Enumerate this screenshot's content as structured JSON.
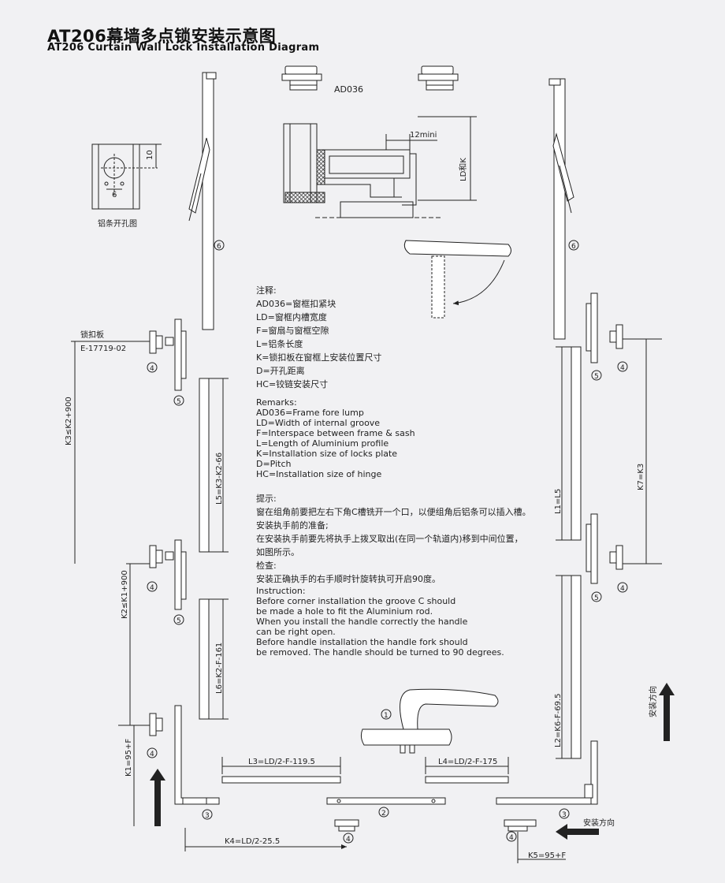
{
  "title": {
    "cn": "AT206幕墙多点锁安装示意图",
    "en": "AT206 Curtain Wall Lock Installation Diagram"
  },
  "labels": {
    "ad036": "AD036",
    "mini": "12mini",
    "ld_k": "LD和K",
    "hole_caption": "铝条开孔图",
    "hole_dim_10": "10",
    "hole_dim_6": "6",
    "lock_plate_cn": "锁扣板",
    "lock_plate_code": "E-17719-02",
    "k3": "K3≤K2+900",
    "k2": "K2≤K1+900",
    "k1": "K1=95+F",
    "l5": "L5=K3-K2-66",
    "l6": "L6=K2-F-161",
    "l3": "L3=LD/2-F-119.5",
    "l4": "L4=LD/2-F-175",
    "k4": "K4=LD/2-25.5",
    "k5": "K5=95+F",
    "l1": "L1=L5",
    "l2": "L2=K6-F-69.5",
    "k7": "K7=K3",
    "install_dir": "安装方向",
    "n1": "1",
    "n2": "2",
    "n3": "3",
    "n4": "4",
    "n5": "5",
    "n6": "6"
  },
  "notes": {
    "cn_heading": "注释:",
    "cn_lines": [
      "AD036=窗框扣紧块",
      "LD=窗框内槽宽度",
      "F=窗扇与窗框空隙",
      "L=铝条长度",
      "K=锁扣板在窗框上安装位置尺寸",
      "D=开孔距离",
      "HC=铰链安装尺寸"
    ],
    "en_heading": "Remarks:",
    "en_lines": [
      "AD036=Frame fore lump",
      "LD=Width of internal groove",
      "F=Interspace between frame & sash",
      "L=Length of Aluminium profile",
      "K=Installation size of locks plate",
      "D=Pitch",
      "HC=Installation size of hinge"
    ],
    "tips_heading": "提示:",
    "tips_lines": [
      "窗在组角前要把左右下角C槽铣开一个口，以便组角后铝条可以插入槽。",
      "安装执手前的准备;",
      "在安装执手前要先将执手上拨叉取出(在同一个轨道内)移到中间位置，",
      "如图所示。",
      "检查:",
      "安装正确执手的右手顺时针旋转执可开启90度。"
    ],
    "instruction_heading": "Instruction:",
    "instruction_lines": [
      "Before corner installation the groove C should",
      "be made a hole to fit the Aluminium rod.",
      "When you install the handle correctly the handle",
      "can be right open.",
      "Before handle installation the handle fork should",
      "be removed. The handle should be turned to 90 degrees."
    ]
  }
}
